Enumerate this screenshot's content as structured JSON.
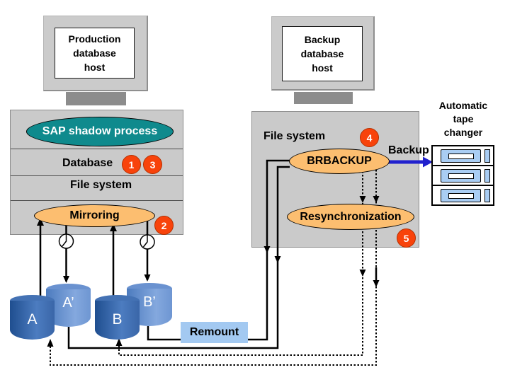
{
  "colors": {
    "panel": "#CACACA",
    "teal": "#0F8A8D",
    "orange": "#FCBE70",
    "step": "#F8430B",
    "blue": "#2121CE",
    "remount": "#A3C9F1",
    "tape": "#A9CDF4"
  },
  "production_host": {
    "label": "Production\ndatabase\nhost"
  },
  "backup_host": {
    "label": "Backup\ndatabase\nhost"
  },
  "left_stack": {
    "sap_shadow_process": "SAP shadow process",
    "database": "Database",
    "file_system": "File system",
    "mirroring": "Mirroring"
  },
  "right_stack": {
    "file_system": "File system",
    "brbackup": "BRBACKUP",
    "resynchronization": "Resynchronization"
  },
  "steps": {
    "s1": "1",
    "s2": "2",
    "s3": "3",
    "s4": "4",
    "s5": "5"
  },
  "disks": {
    "a": "A",
    "a_mirror": "A’",
    "b": "B",
    "b_mirror": "B’"
  },
  "labels": {
    "remount": "Remount",
    "backup": "Backup",
    "tape_changer": "Automatic\ntape\nchanger"
  }
}
